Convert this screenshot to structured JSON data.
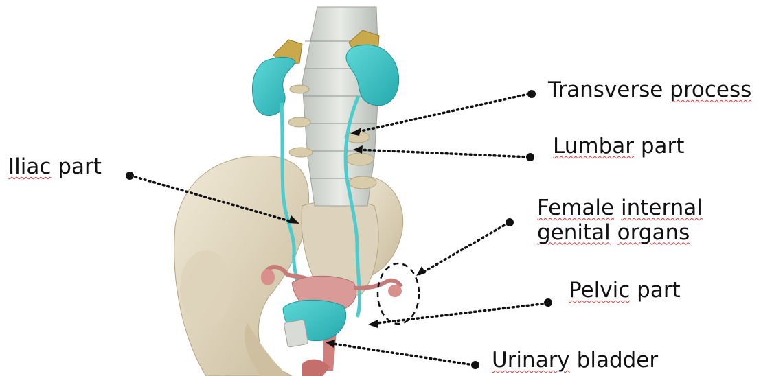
{
  "labels": {
    "transverse_first": "Transverse",
    "transverse_second": "process",
    "lumbar_first": "Lumbar",
    "lumbar_second": "part",
    "iliac_first": "Iliac",
    "iliac_second": "part",
    "female_line1_a": "Female",
    "female_line1_b": "internal",
    "female_line2_a": "genital",
    "female_line2_b": "organs",
    "pelvic_first": "Pelvic",
    "pelvic_second": "part",
    "bladder_first": "Urinary",
    "bladder_second": "bladder"
  },
  "colors": {
    "kidney": "#3cc6c8",
    "ureter": "#4ecbcc",
    "bone": "#e7ddc6",
    "bone_shade": "#c9bb9c",
    "spine": "#d8dbd6",
    "adrenal": "#c9a94b",
    "uterus": "#d99a98",
    "leader": "#111111"
  }
}
